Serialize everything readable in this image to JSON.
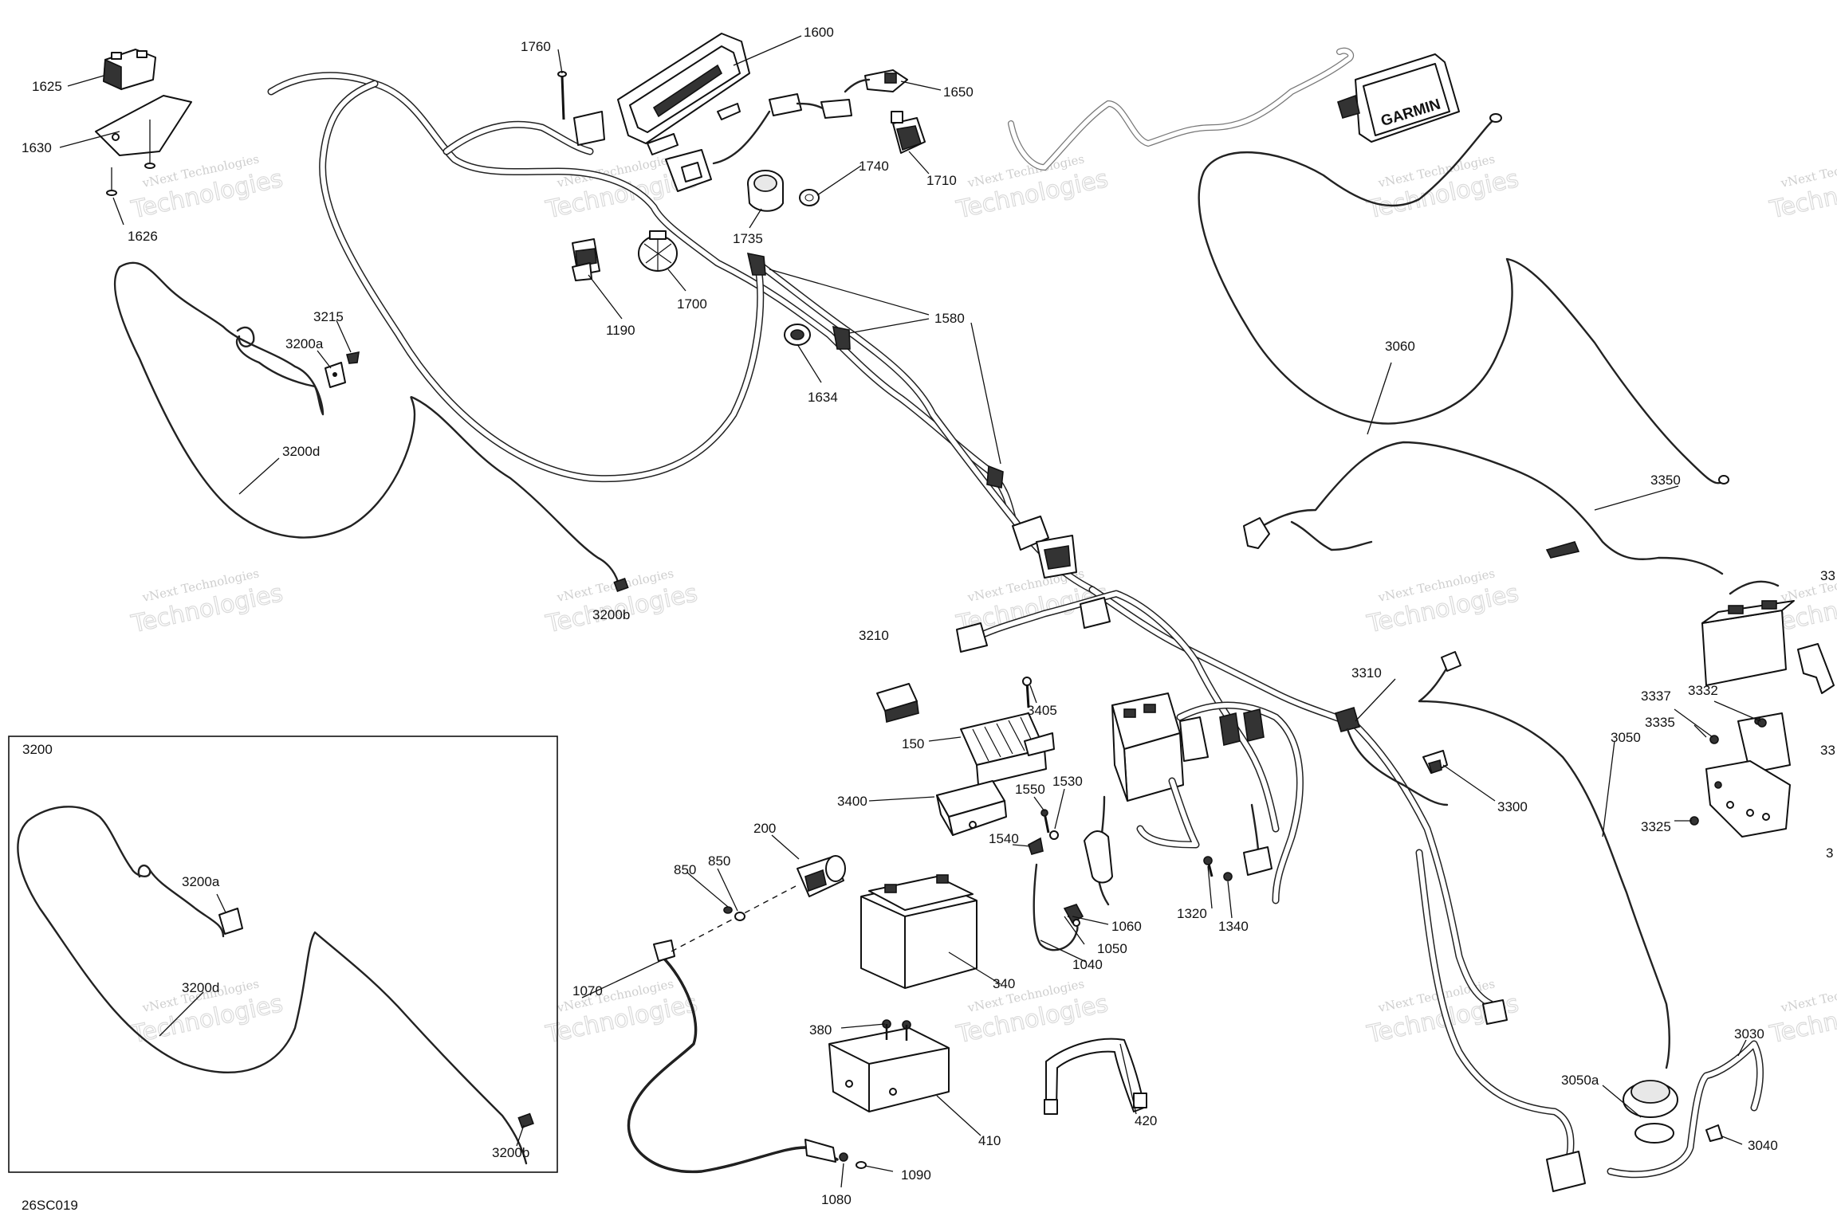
{
  "diagram": {
    "code": "26SC019",
    "watermark_small": "vNext Technologies",
    "watermark_big": "Technologies",
    "inset_title": "3200",
    "callouts": [
      {
        "id": "c1600",
        "label": "1600"
      },
      {
        "id": "c1760",
        "label": "1760"
      },
      {
        "id": "c1650",
        "label": "1650"
      },
      {
        "id": "c1625",
        "label": "1625"
      },
      {
        "id": "c1630",
        "label": "1630"
      },
      {
        "id": "c1626",
        "label": "1626"
      },
      {
        "id": "c1740",
        "label": "1740"
      },
      {
        "id": "c1710",
        "label": "1710"
      },
      {
        "id": "c1735",
        "label": "1735"
      },
      {
        "id": "c1700",
        "label": "1700"
      },
      {
        "id": "c1190",
        "label": "1190"
      },
      {
        "id": "c1580",
        "label": "1580"
      },
      {
        "id": "c1634",
        "label": "1634"
      },
      {
        "id": "c3215",
        "label": "3215"
      },
      {
        "id": "c3200a",
        "label": "3200a"
      },
      {
        "id": "c3200d",
        "label": "3200d"
      },
      {
        "id": "c3200b",
        "label": "3200b"
      },
      {
        "id": "c3060",
        "label": "3060"
      },
      {
        "id": "c3350",
        "label": "3350"
      },
      {
        "id": "c3210",
        "label": "3210"
      },
      {
        "id": "c3405",
        "label": "3405"
      },
      {
        "id": "c150",
        "label": "150"
      },
      {
        "id": "c3400",
        "label": "3400"
      },
      {
        "id": "c1550",
        "label": "1550"
      },
      {
        "id": "c1530",
        "label": "1530"
      },
      {
        "id": "c1540",
        "label": "1540"
      },
      {
        "id": "c3310",
        "label": "3310"
      },
      {
        "id": "c3300",
        "label": "3300"
      },
      {
        "id": "c3050",
        "label": "3050"
      },
      {
        "id": "c3337",
        "label": "3337"
      },
      {
        "id": "c3332",
        "label": "3332"
      },
      {
        "id": "c3335",
        "label": "3335"
      },
      {
        "id": "c3325",
        "label": "3325"
      },
      {
        "id": "c200",
        "label": "200"
      },
      {
        "id": "c850a",
        "label": "850"
      },
      {
        "id": "c850b",
        "label": "850"
      },
      {
        "id": "c1060",
        "label": "1060"
      },
      {
        "id": "c1050",
        "label": "1050"
      },
      {
        "id": "c1040",
        "label": "1040"
      },
      {
        "id": "c1320",
        "label": "1320"
      },
      {
        "id": "c1340",
        "label": "1340"
      },
      {
        "id": "c340",
        "label": "340"
      },
      {
        "id": "c1070",
        "label": "1070"
      },
      {
        "id": "c380",
        "label": "380"
      },
      {
        "id": "c410",
        "label": "410"
      },
      {
        "id": "c420",
        "label": "420"
      },
      {
        "id": "c1090",
        "label": "1090"
      },
      {
        "id": "c1080",
        "label": "1080"
      },
      {
        "id": "c3050a",
        "label": "3050a"
      },
      {
        "id": "c3030",
        "label": "3030"
      },
      {
        "id": "c3040",
        "label": "3040"
      },
      {
        "id": "ci3200a",
        "label": "3200a"
      },
      {
        "id": "ci3200d",
        "label": "3200d"
      },
      {
        "id": "ci3200b",
        "label": "3200b"
      },
      {
        "id": "cedge1",
        "label": "33"
      },
      {
        "id": "cedge2",
        "label": "33"
      },
      {
        "id": "cedge3",
        "label": "3"
      }
    ],
    "gps_brand": "GARMIN"
  }
}
